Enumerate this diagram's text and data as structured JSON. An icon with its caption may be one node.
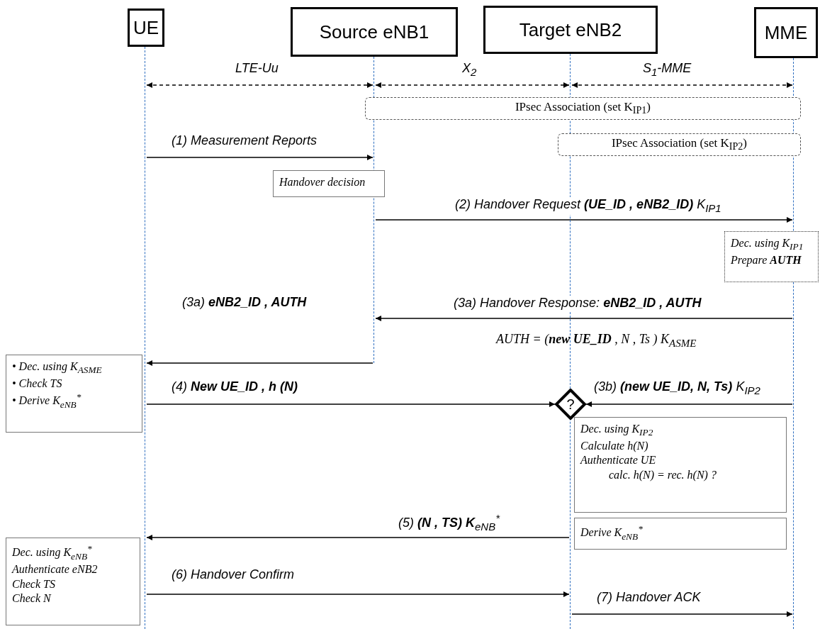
{
  "diagram": {
    "nodes": [
      {
        "text": [
          "UE"
        ]
      },
      {
        "text": [
          "Source eNB1"
        ]
      },
      {
        "text": [
          "Target eNB2"
        ]
      },
      {
        "text": [
          "MME"
        ]
      },
      {
        "text": [],
        "shape": "bar"
      },
      {
        "text": [],
        "shape": "bar"
      },
      {
        "text": [],
        "shape": "bar"
      },
      {
        "text": [],
        "shape": "bar"
      },
      {
        "text": [
          "IPsec Association (set K$_{IP1}$)"
        ]
      },
      {
        "text": [
          "IPsec Association (set K$_{IP2}$)"
        ]
      },
      {
        "text": [
          "Handover decision"
        ]
      },
      {
        "text": [
          "Dec. using K$_{IP1}$",
          "Prepare **AUTH**"
        ]
      },
      {
        "text": [
          "• Dec. using K$_{ASME}$",
          "• Check  TS",
          "• Derive K$_{eNB}$$^{*}$"
        ]
      },
      {
        "text": [
          "?"
        ]
      },
      {
        "text": [
          "Dec. using K$_{IP2}$",
          "Calculate h(N)",
          "Authenticate UE",
          "calc. h(N) = rec. h(N) ?"
        ]
      },
      {
        "text": [
          "Derive K$_{eNB}$$^{*}$"
        ]
      },
      {
        "text": [
          "Dec. using K$_{eNB}$$^{*}$",
          "Authenticate eNB2",
          "Check  TS",
          "Check N"
        ]
      }
    ],
    "edges": [
      {
        "from": 4,
        "to": 5,
        "arrow": "both",
        "style": "dashed",
        "label": "LTE-Uu"
      },
      {
        "from": 5,
        "to": 6,
        "arrow": "both",
        "style": "dashed",
        "label": "X$_{2}$"
      },
      {
        "from": 6,
        "to": 7,
        "arrow": "both",
        "style": "dashed",
        "label": "S$_{1}$-MME"
      },
      {
        "from": 4,
        "to": 5,
        "arrow": "to",
        "label": "(1) *Measurement Reports*"
      },
      {
        "from": 5,
        "to": 7,
        "arrow": "to",
        "label": "(2) *Handover Request* **(UE_ID , eNB2_ID)** K$_{IP1}$"
      },
      {
        "from": 7,
        "to": 5,
        "arrow": "to",
        "label": "(3a) Handover Response: **eNB2_ID , AUTH**"
      },
      {
        "from": 5,
        "to": 4,
        "arrow": "to",
        "label": "(3a) **eNB2_ID , AUTH**"
      },
      {
        "from": 4,
        "to": 13,
        "arrow": "to",
        "label": "(4) **New UE_ID , h (N)**"
      },
      {
        "from": 7,
        "to": 13,
        "arrow": "to",
        "label": "(3b) **(new UE_ID, N, Ts)** K$_{IP2}$"
      },
      {
        "from": 6,
        "to": 4,
        "arrow": "to",
        "label": "(5) **(N , TS) K**$_{eNB}$$^{*}$"
      },
      {
        "from": 4,
        "to": 6,
        "arrow": "to",
        "label": "(6) Handover Confirm"
      },
      {
        "from": 6,
        "to": 7,
        "arrow": "to",
        "label": "(7) Handover ACK"
      }
    ],
    "labels": [
      "AUTH = (**new UE_ID** , N , Ts ) K$_{ASME}$"
    ]
  }
}
